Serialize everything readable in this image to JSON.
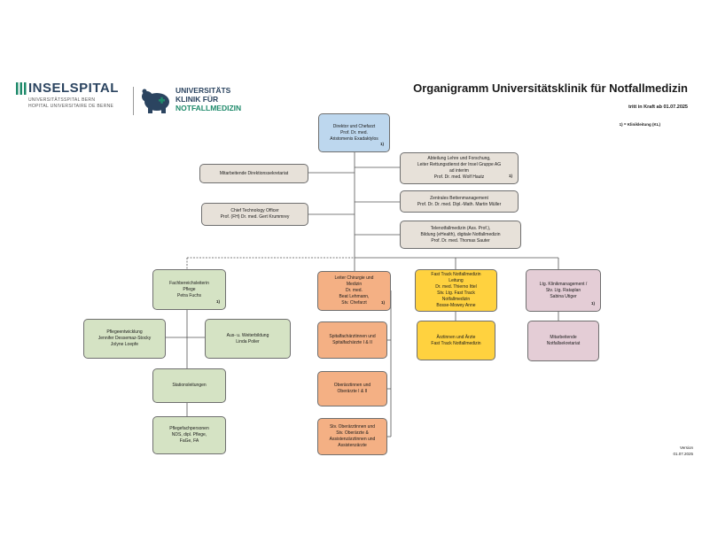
{
  "header": {
    "title": "Organigramm Universitätsklinik für Notfallmedizin",
    "effective": "tritt in Kraft ab 01.07.2025",
    "legend": "1) = Klinikleitung (KL)",
    "version_label": "Version",
    "version_date": "01.07.2025"
  },
  "logos": {
    "insel_name": "INSELSPITAL",
    "insel_sub1": "UNIVERSITÄTSSPITAL BERN",
    "insel_sub2": "HOPITAL UNIVERSITAIRE DE BERNE",
    "clinic_line1": "UNIVERSITÄTS",
    "clinic_line2": "KLINIK FÜR",
    "clinic_line3": "NOTFALLMEDIZIN"
  },
  "boxes": {
    "director": {
      "lines": [
        "Direktor und Chefarzt",
        "Prof. Dr. med.",
        "Aristomenis Exadaktylos"
      ],
      "mark": "1)"
    },
    "secretariat": {
      "lines": [
        "Mitarbeitende Direktionssekretariat"
      ]
    },
    "cto": {
      "lines": [
        "Chief Technology Officer",
        "Prof. (FH) Dr. med. Gert Krummrey"
      ]
    },
    "teaching": {
      "lines": [
        "Abteilung Lehre und Forschung,",
        "Leiter Rettungsdienst der Insel Gruppe AG",
        "ad interim",
        "Prof. Dr. med. Wolf Hautz"
      ],
      "mark": "1)"
    },
    "beds": {
      "lines": [
        "Zentrales Bettenmanagement",
        "Prof. Dr. Dr. med. Dipl.-Math. Martin Müller"
      ]
    },
    "tele": {
      "lines": [
        "Telenotfallmedizin (Ass. Prof.),",
        "Bildung (eHealth), digitale Notfallmedizin",
        "Prof. Dr. med. Thomas Sauter"
      ]
    },
    "nursing_head": {
      "lines": [
        "Fachbereichsleiterin",
        "Pflege",
        "Petra Fuchs"
      ],
      "mark": "1)"
    },
    "nursing_dev": {
      "lines": [
        "Pflegeentwicklung",
        "Jennifer Dessemaz-Stocky",
        "Jolyne Loepfe"
      ]
    },
    "training": {
      "lines": [
        "Aus- u. Weiterbildung",
        "Linda Polier"
      ]
    },
    "ward_leads": {
      "lines": [
        "Stationsleitungen"
      ]
    },
    "nurses": {
      "lines": [
        "Pflegefachpersonen",
        "NDS, dipl. Pflege,",
        "FaGe, FA"
      ]
    },
    "surgery_head": {
      "lines": [
        "Leiter Chirurgie und",
        "Medizin",
        "Dr. med.",
        "Beat Lehmann,",
        "Stv. Chefarzt"
      ],
      "mark": "1)"
    },
    "specialists": {
      "lines": [
        "Spitalfachärztinnen und",
        "Spitalfachärzte I & II"
      ]
    },
    "senior": {
      "lines": [
        "Oberärztinnen und",
        "Oberärzte I & II"
      ]
    },
    "deputy_senior": {
      "lines": [
        "Stv. Oberärztinnen und",
        "Stv. Oberärzte &",
        "Assistenzärztinnen und",
        "Assistenzärzte"
      ]
    },
    "fasttrack_head": {
      "lines": [
        "Fast Track Notfallmedizin",
        "Leitung",
        "Dr. med. Thierno Ittel",
        "Stv. Ltg. Fast Track",
        "Notfallmedizin",
        "Bosse-Mowey Anne"
      ]
    },
    "fasttrack_doctors": {
      "lines": [
        "Ärztinnen und Ärzte",
        "Fast Track Notfallmedizin"
      ]
    },
    "mgmt_head": {
      "lines": [
        "Ltg. Klinikmanagement /",
        "Stv. Ltg. Rataplan",
        "Sabina Utiger"
      ],
      "mark": "1)"
    },
    "mgmt_secretariat": {
      "lines": [
        "Mitarbeitende",
        "Notfallsekretariat"
      ]
    }
  }
}
